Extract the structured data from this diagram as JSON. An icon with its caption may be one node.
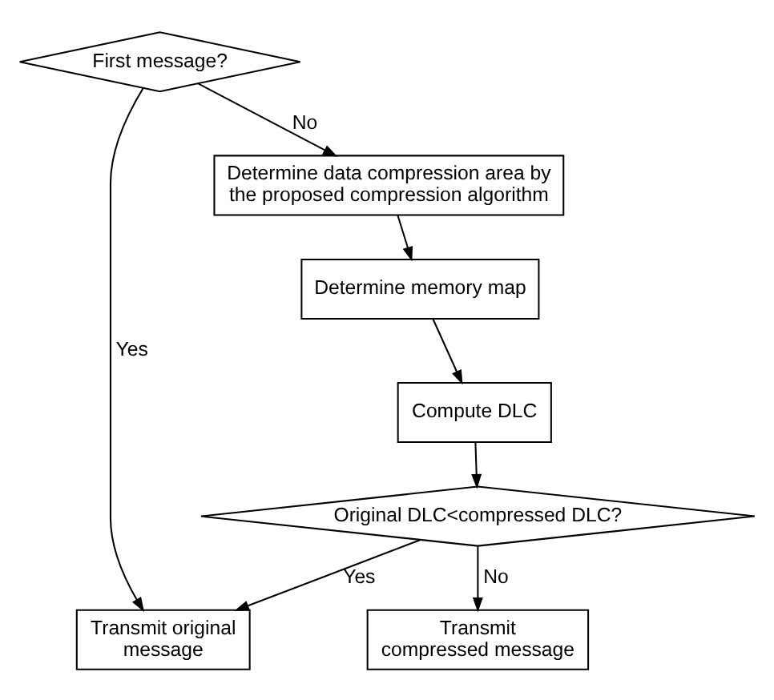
{
  "diagram": {
    "nodes": [
      {
        "text": [
          "First message?"
        ]
      },
      {
        "text": [
          "Determine data compression area by the proposed compression algorithm"
        ]
      },
      {
        "text": [
          "Determine memory map"
        ]
      },
      {
        "text": [
          "Compute DLC"
        ]
      },
      {
        "text": [
          "Original DLC<compressed DLC?"
        ]
      },
      {
        "text": [
          "Transmit original message"
        ]
      },
      {
        "text": [
          "Transmit compressed message"
        ]
      }
    ],
    "edges": [
      {
        "from": 0,
        "to": 1,
        "arrow": "to",
        "label": "No"
      },
      {
        "from": 0,
        "to": 5,
        "arrow": "to",
        "label": "Yes"
      },
      {
        "from": 1,
        "to": 2,
        "arrow": "to"
      },
      {
        "from": 2,
        "to": 3,
        "arrow": "to"
      },
      {
        "from": 3,
        "to": 4,
        "arrow": "to"
      },
      {
        "from": 4,
        "to": 5,
        "arrow": "to",
        "label": "Yes"
      },
      {
        "from": 4,
        "to": 6,
        "arrow": "to",
        "label": "No"
      }
    ]
  }
}
